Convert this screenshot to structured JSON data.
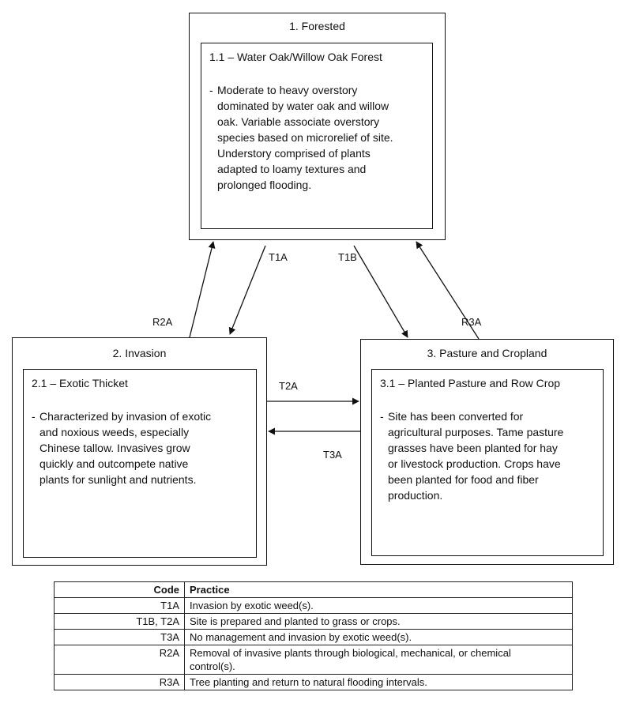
{
  "states": [
    {
      "title": "1. Forested",
      "phase": {
        "title": "1.1 – Water Oak/Willow Oak Forest",
        "description": "Moderate to heavy overstory\ndominated by water oak and willow\noak.  Variable associate overstory\nspecies based on microrelief of site.\nUnderstory comprised of plants\nadapted to loamy textures and\nprolonged flooding."
      }
    },
    {
      "title": "2. Invasion",
      "phase": {
        "title": "2.1 – Exotic Thicket",
        "description": "Characterized by invasion of exotic\nand noxious weeds, especially\nChinese tallow.  Invasives grow\nquickly and outcompete native\nplants for sunlight and nutrients."
      }
    },
    {
      "title": "3. Pasture and Cropland",
      "phase": {
        "title": "3.1 – Planted Pasture and Row Crop",
        "description": "Site has been converted for\nagricultural purposes. Tame pasture\ngrasses have been planted for hay\nor livestock production. Crops have\nbeen planted for food and fiber\nproduction."
      }
    }
  ],
  "dash": "-",
  "transitions": {
    "t1a": "T1A",
    "t1b": "T1B",
    "r2a": "R2A",
    "r3a": "R3A",
    "t2a": "T2A",
    "t3a": "T3A"
  },
  "legend": {
    "headers": [
      "Code",
      "Practice"
    ],
    "rows": [
      [
        "T1A",
        "Invasion by exotic weed(s)."
      ],
      [
        "T1B, T2A",
        "Site is prepared and planted to grass or crops."
      ],
      [
        "T3A",
        "No management  and invasion by exotic weed(s)."
      ],
      [
        "R2A",
        "Removal of invasive plants through biological, mechanical, or chemical control(s)."
      ],
      [
        "R3A",
        "Tree planting and return to natural flooding intervals."
      ]
    ]
  }
}
